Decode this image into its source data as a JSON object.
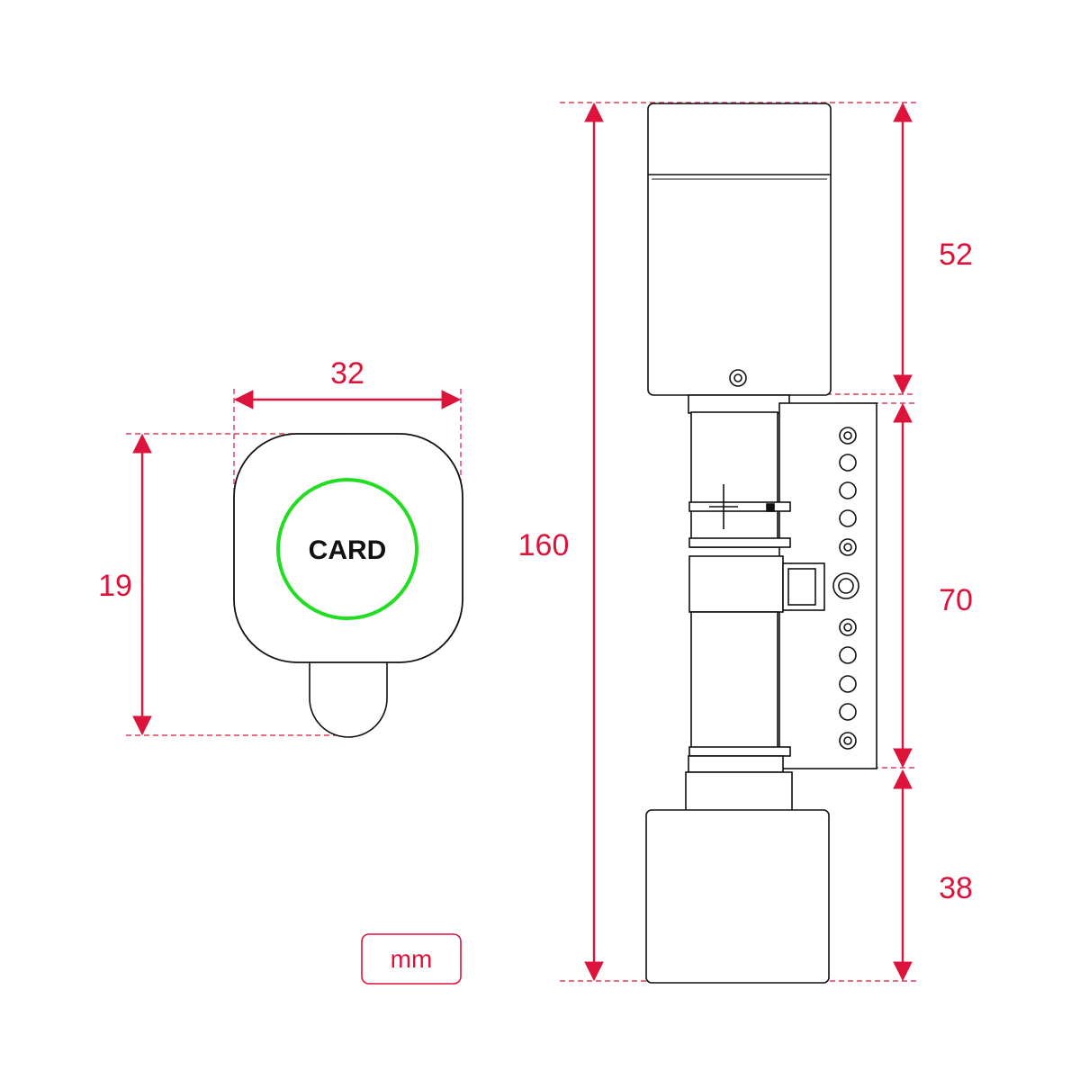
{
  "colors": {
    "dimension": "#dc143c",
    "outline": "#111111",
    "card_ring": "#22dd22",
    "background": "#ffffff"
  },
  "front_view": {
    "card_label": "CARD",
    "width_label": "32",
    "height_label": "19"
  },
  "side_view": {
    "total_length_label": "160",
    "outer_knob_label": "52",
    "cylinder_body_label": "70",
    "inner_knob_label": "38"
  },
  "units_badge": "mm",
  "icons": {
    "dimension_arrow": "arrow-head-icon",
    "screw": "screw-icon"
  }
}
